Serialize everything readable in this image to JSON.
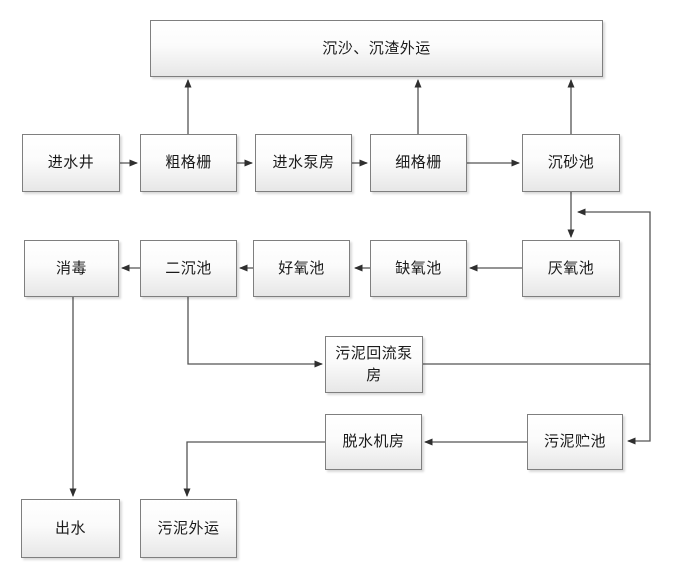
{
  "diagram": {
    "type": "flowchart",
    "subject": "wastewater-treatment-process",
    "colors": {
      "background": "#ffffff",
      "box_border": "#7f7f7f",
      "box_fill_top": "#ffffff",
      "box_fill_bottom": "#e7e7e7",
      "line": "#555555",
      "arrowhead": "#2f2f2f",
      "text": "#1a1a1a"
    },
    "nodes": {
      "waste_out_top": {
        "label": "沉沙、沉渣外运"
      },
      "inlet_well": {
        "label": "进水井"
      },
      "coarse_screen": {
        "label": "粗格栅"
      },
      "inlet_pump_house": {
        "label": "进水泵房"
      },
      "fine_screen": {
        "label": "细格栅"
      },
      "grit_chamber": {
        "label": "沉砂池"
      },
      "disinfection": {
        "label": "消毒"
      },
      "secondary_clarifier": {
        "label": "二沉池"
      },
      "aerobic_tank": {
        "label": "好氧池"
      },
      "anoxic_tank": {
        "label": "缺氧池"
      },
      "anaerobic_tank": {
        "label": "厌氧池"
      },
      "sludge_return_pump_house": {
        "label": "污泥回流泵房"
      },
      "dewatering_room": {
        "label": "脱水机房"
      },
      "sludge_storage_tank": {
        "label": "污泥贮池"
      },
      "effluent": {
        "label": "出水"
      },
      "sludge_transport": {
        "label": "污泥外运"
      }
    },
    "edges": [
      {
        "from": "inlet_well",
        "to": "coarse_screen"
      },
      {
        "from": "coarse_screen",
        "to": "inlet_pump_house"
      },
      {
        "from": "inlet_pump_house",
        "to": "fine_screen"
      },
      {
        "from": "fine_screen",
        "to": "grit_chamber"
      },
      {
        "from": "coarse_screen",
        "to": "waste_out_top"
      },
      {
        "from": "fine_screen",
        "to": "waste_out_top"
      },
      {
        "from": "grit_chamber",
        "to": "waste_out_top"
      },
      {
        "from": "grit_chamber",
        "to": "anaerobic_tank"
      },
      {
        "from": "anaerobic_tank",
        "to": "anoxic_tank"
      },
      {
        "from": "anoxic_tank",
        "to": "aerobic_tank"
      },
      {
        "from": "aerobic_tank",
        "to": "secondary_clarifier"
      },
      {
        "from": "secondary_clarifier",
        "to": "disinfection"
      },
      {
        "from": "secondary_clarifier",
        "to": "sludge_return_pump_house"
      },
      {
        "from": "sludge_return_pump_house",
        "to": "anaerobic_tank"
      },
      {
        "from": "sludge_return_pump_house",
        "to": "sludge_storage_tank"
      },
      {
        "from": "sludge_storage_tank",
        "to": "dewatering_room"
      },
      {
        "from": "dewatering_room",
        "to": "sludge_transport"
      },
      {
        "from": "disinfection",
        "to": "effluent"
      }
    ]
  }
}
